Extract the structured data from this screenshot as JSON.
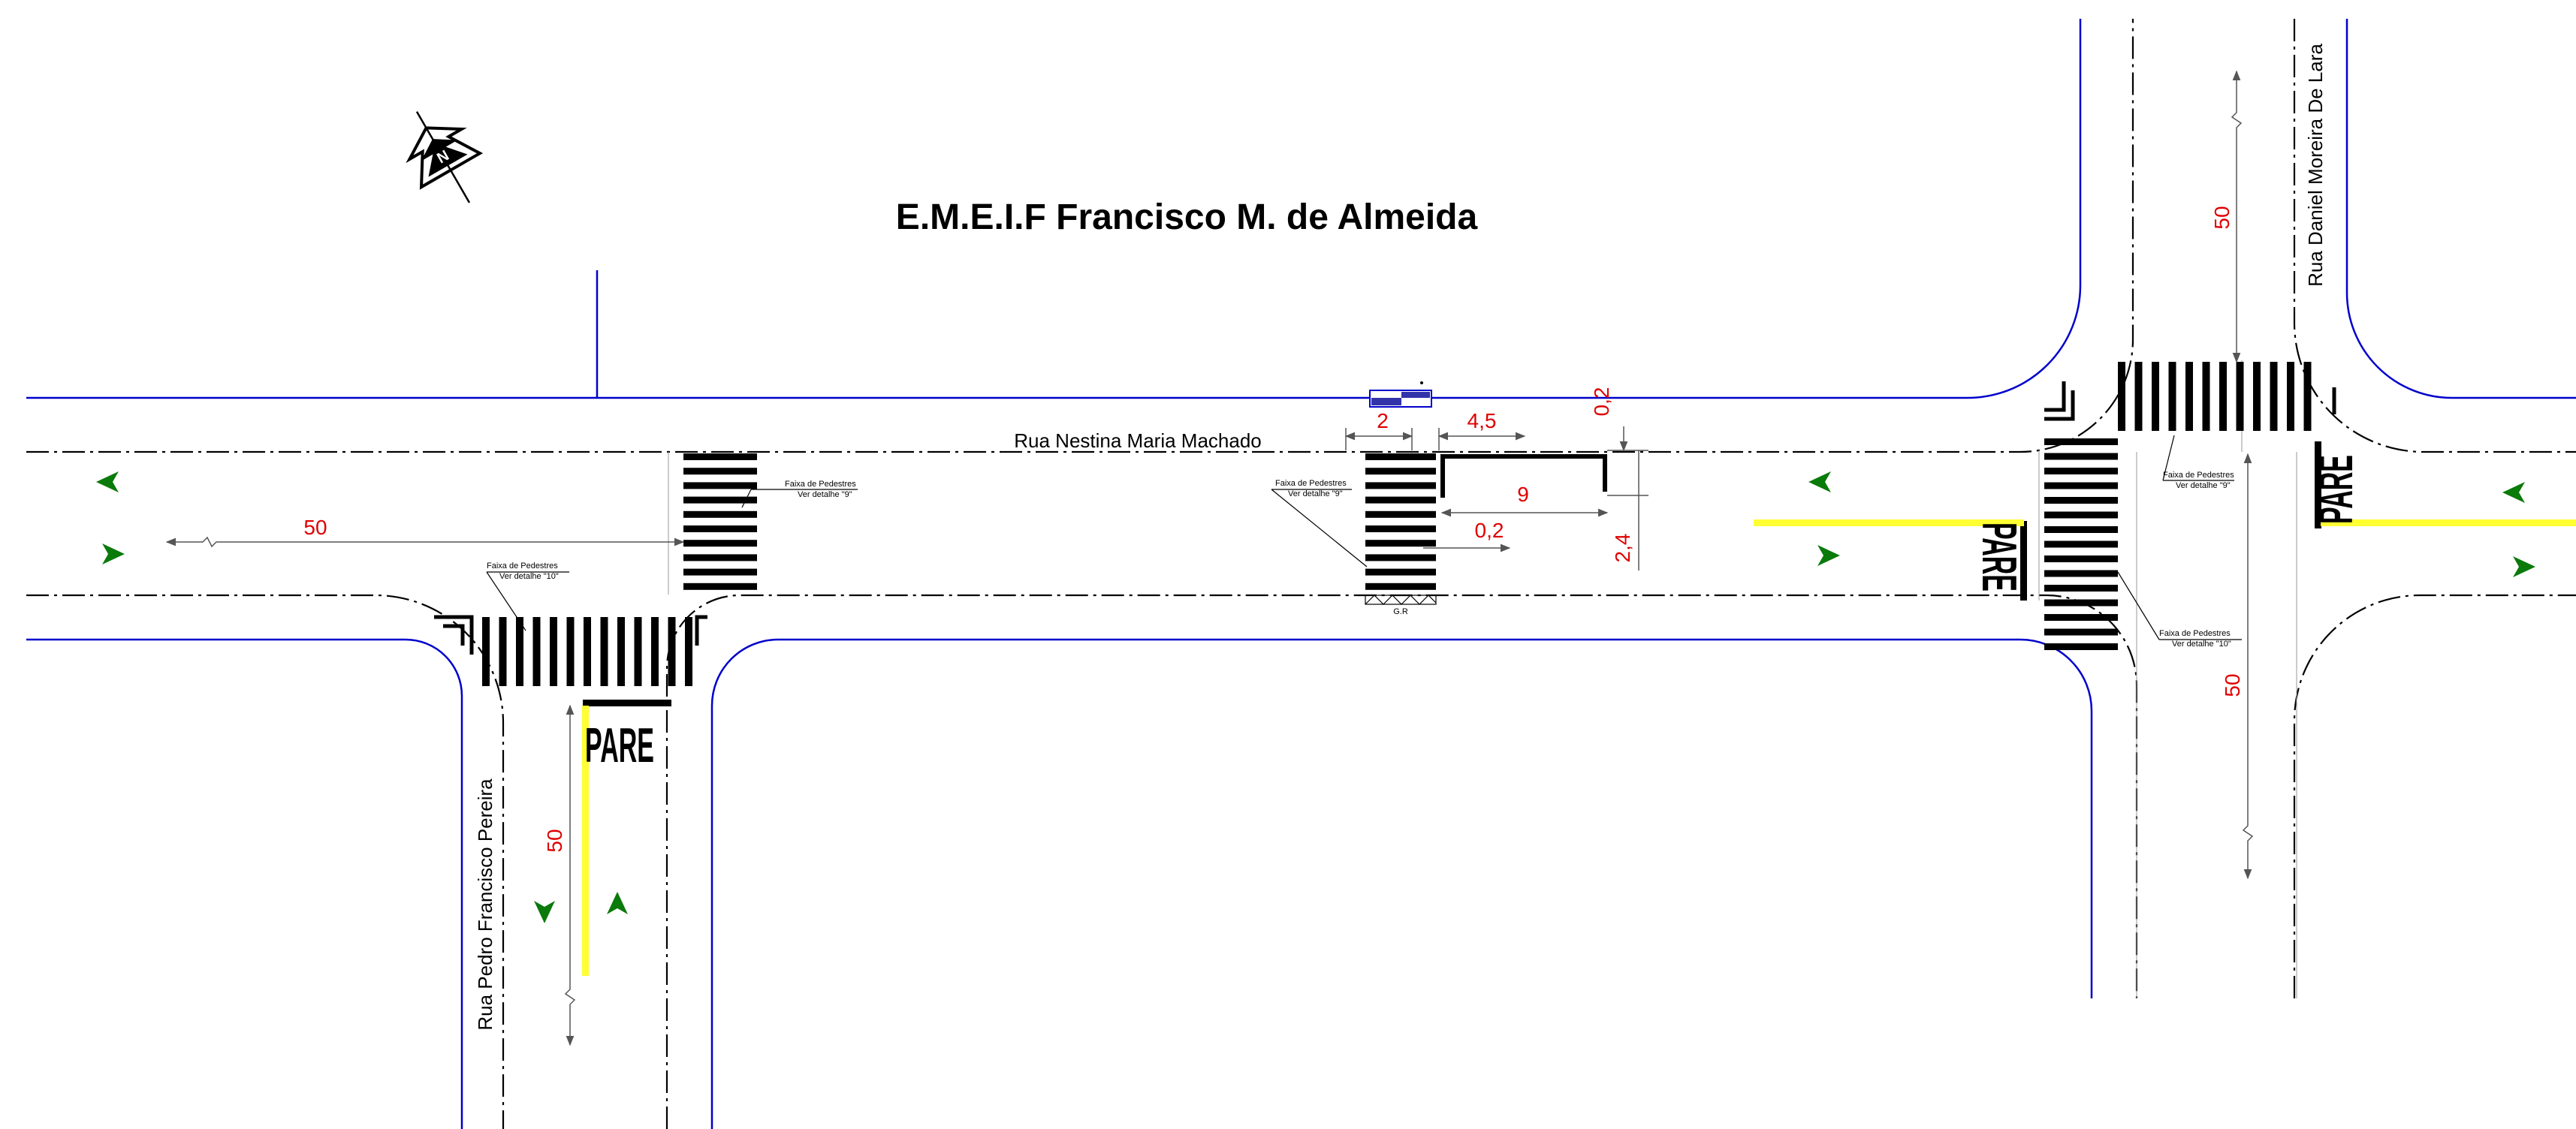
{
  "title": "E.M.E.I.F Francisco M. de Almeida",
  "streets": {
    "main": "Rua Nestina Maria Machado",
    "left": "Rua Pedro Francisco Pereira",
    "right": "Rua Daniel Moreira De Lara"
  },
  "north_arrow": {
    "label": "N",
    "icon": "north-arrow-icon"
  },
  "signs": {
    "stop": "PARE"
  },
  "crosswalk_note": {
    "title": "Faixa de Pedestres",
    "detail_9": "Ver detalhe \"9\"",
    "detail_10": "Ver detalhe \"10\""
  },
  "gr_label": "G.R",
  "dimensions": {
    "d50": "50",
    "d2": "2",
    "d4_5": "4,5",
    "d9": "9",
    "d0_2": "0,2",
    "d2_4": "2,4"
  },
  "colors": {
    "curb": "#0000cc",
    "road_axis": "#000000",
    "marking": "#000000",
    "yellow_line": "#ffff33",
    "direction_arrow": "#0a7a0a",
    "dimension": "#e00000"
  }
}
